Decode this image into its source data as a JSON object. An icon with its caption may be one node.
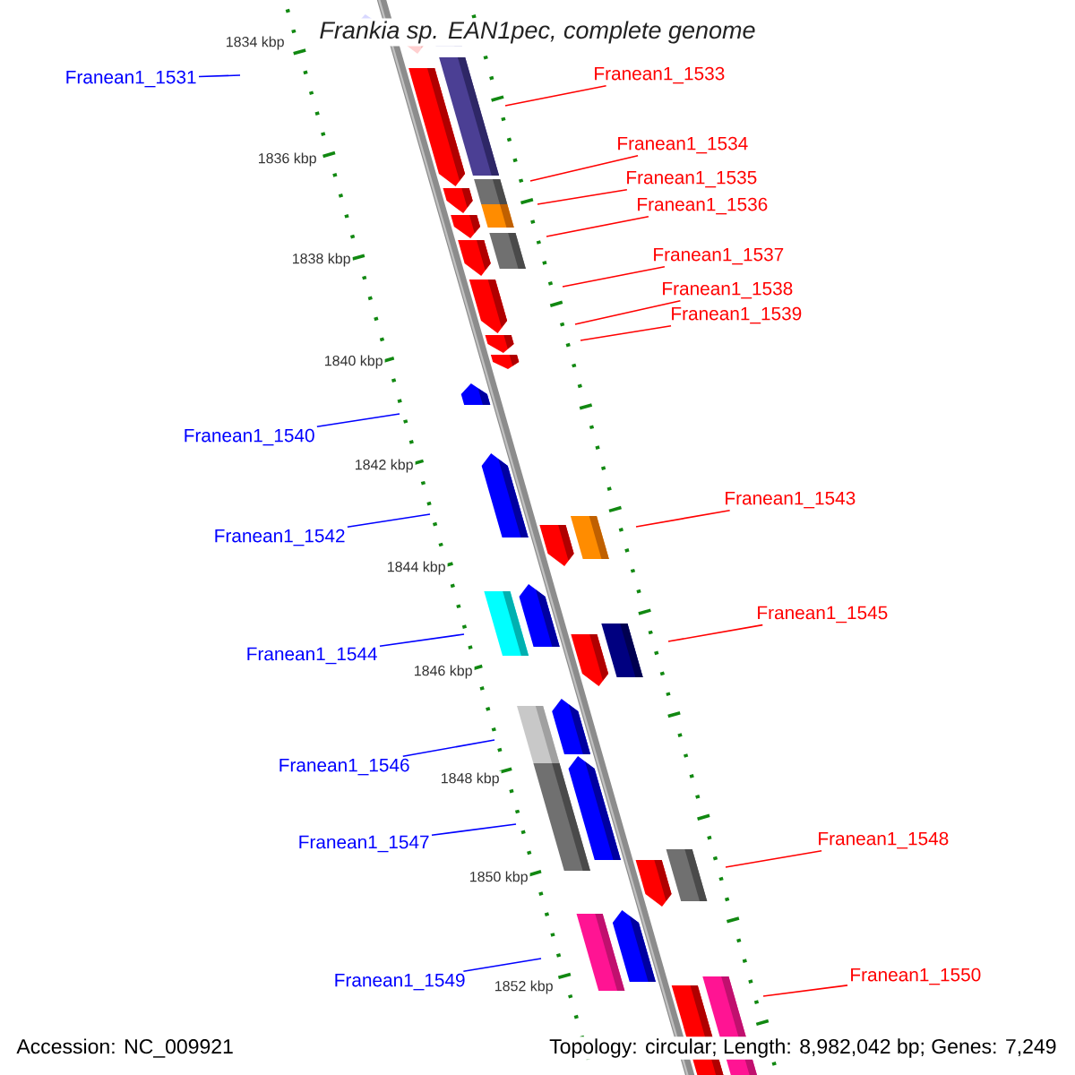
{
  "diagram": {
    "title": "*Frankia sp. EAN1pec*, complete genome",
    "nodes": [
      {
        "text": [
          "Franean1_1531"
        ]
      },
      {
        "text": [
          "Franean1_1533"
        ]
      },
      {
        "text": [
          "Franean1_1534"
        ]
      },
      {
        "text": [
          "Franean1_1535"
        ]
      },
      {
        "text": [
          "Franean1_1536"
        ]
      },
      {
        "text": [
          "Franean1_1537"
        ]
      },
      {
        "text": [
          "Franean1_1538"
        ]
      },
      {
        "text": [
          "Franean1_1539"
        ]
      },
      {
        "text": [
          "Franean1_1540"
        ]
      },
      {
        "text": [
          "Franean1_1543"
        ]
      },
      {
        "text": [
          "Franean1_1542"
        ]
      },
      {
        "text": [
          "Franean1_1545"
        ]
      },
      {
        "text": [
          "Franean1_1544"
        ]
      },
      {
        "text": [
          "Franean1_1546"
        ]
      },
      {
        "text": [
          "Franean1_1548"
        ]
      },
      {
        "text": [
          "Franean1_1547"
        ]
      },
      {
        "text": [
          "Franean1_1550"
        ]
      },
      {
        "text": [
          "Franean1_1549"
        ]
      }
    ],
    "edges": [
      {
        "from": 0,
        "to": null,
        "arrow": "none",
        "color": "#0000ff"
      },
      {
        "from": 1,
        "to": null,
        "arrow": "none"
      },
      {
        "from": 2,
        "to": null,
        "arrow": "none"
      },
      {
        "from": 3,
        "to": null,
        "arrow": "none"
      },
      {
        "from": 4,
        "to": null,
        "arrow": "none"
      },
      {
        "from": 5,
        "to": null,
        "arrow": "none"
      },
      {
        "from": 6,
        "to": null,
        "arrow": "none"
      },
      {
        "from": 7,
        "to": null,
        "arrow": "none"
      },
      {
        "from": 8,
        "to": null,
        "arrow": "none",
        "color": "#0000ff"
      },
      {
        "from": 9,
        "to": null,
        "arrow": "none"
      },
      {
        "from": 10,
        "to": null,
        "arrow": "none",
        "color": "#0000ff"
      },
      {
        "from": 11,
        "to": null,
        "arrow": "none"
      },
      {
        "from": 12,
        "to": null,
        "arrow": "none",
        "color": "#0000ff"
      },
      {
        "from": 13,
        "to": null,
        "arrow": "none",
        "color": "#0000ff"
      },
      {
        "from": 14,
        "to": null,
        "arrow": "none"
      },
      {
        "from": 15,
        "to": null,
        "arrow": "none",
        "color": "#0000ff"
      },
      {
        "from": 16,
        "to": null,
        "arrow": "none"
      },
      {
        "from": 17,
        "to": null,
        "arrow": "none",
        "color": "#0000ff"
      }
    ],
    "labels": [
      "1834 kbp",
      "1836 kbp",
      "1838 kbp",
      "1840 kbp",
      "1842 kbp",
      "1844 kbp",
      "1846 kbp",
      "1848 kbp",
      "1850 kbp",
      "1852 kbp",
      "Accession: NC_009921",
      "Topology: circular; Length: 8,982,042 bp; Genes: 7,249"
    ]
  }
}
